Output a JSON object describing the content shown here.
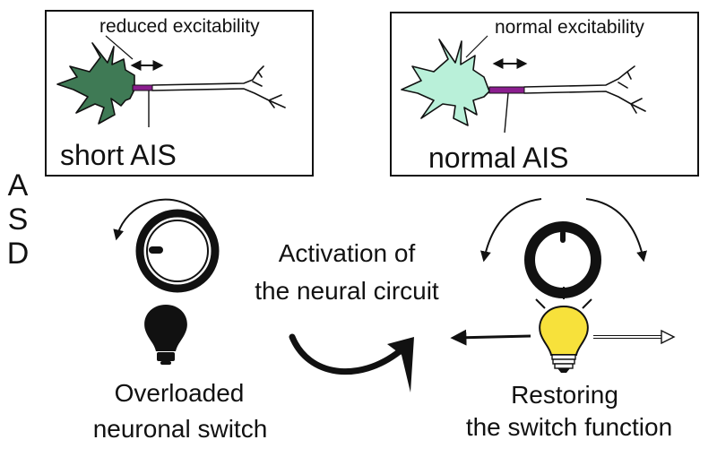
{
  "left_panel": {
    "excitability_label": "reduced excitability",
    "ais_label": "short AIS",
    "soma_color": "#3f7a55"
  },
  "right_panel": {
    "excitability_label": "normal excitability",
    "ais_label": "normal AIS",
    "soma_color": "#b9f0d9"
  },
  "ais_segment_color": "#8b1e8f",
  "side_label_letters": [
    "A",
    "S",
    "D"
  ],
  "center_label": {
    "line1": "Activation of",
    "line2": "the neural circuit"
  },
  "left_caption": {
    "line1": "Overloaded",
    "line2": "neuronal switch"
  },
  "right_caption": {
    "line1": "Restoring",
    "line2": "the switch function"
  },
  "bulb_colors": {
    "off": "#111111",
    "on": "#f7e13b"
  },
  "icons": {
    "left_knob": "rotary-knob-icon",
    "right_knob": "rotary-knob-icon",
    "left_bulb": "light-bulb-off-icon",
    "right_bulb": "light-bulb-on-icon"
  }
}
